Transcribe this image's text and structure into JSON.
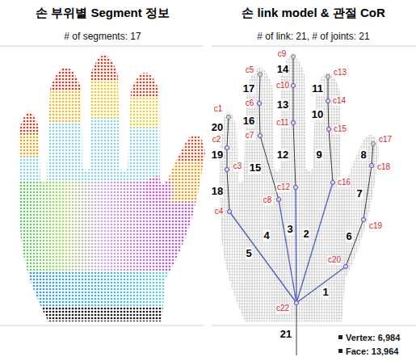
{
  "diagram": {
    "labels": [
      "손 부위별 Segment 정보",
      "# of segments: 17",
      "손 link model & 관절 CoR",
      "# of link: 21, # of joints: 21",
      "1",
      "2",
      "3",
      "4",
      "5",
      "6",
      "7",
      "8",
      "9",
      "10",
      "11",
      "12",
      "13",
      "14",
      "15",
      "16",
      "17",
      "18",
      "19",
      "20",
      "21",
      "c1",
      "c2",
      "c3",
      "c4",
      "c5",
      "c6",
      "c7",
      "c8",
      "c9",
      "c10",
      "c11",
      "c12",
      "c13",
      "c14",
      "c15",
      "c16",
      "c17",
      "c18",
      "c19",
      "c20",
      "c22",
      "Vertex: 6,984",
      "Face: 13,964"
    ]
  }
}
